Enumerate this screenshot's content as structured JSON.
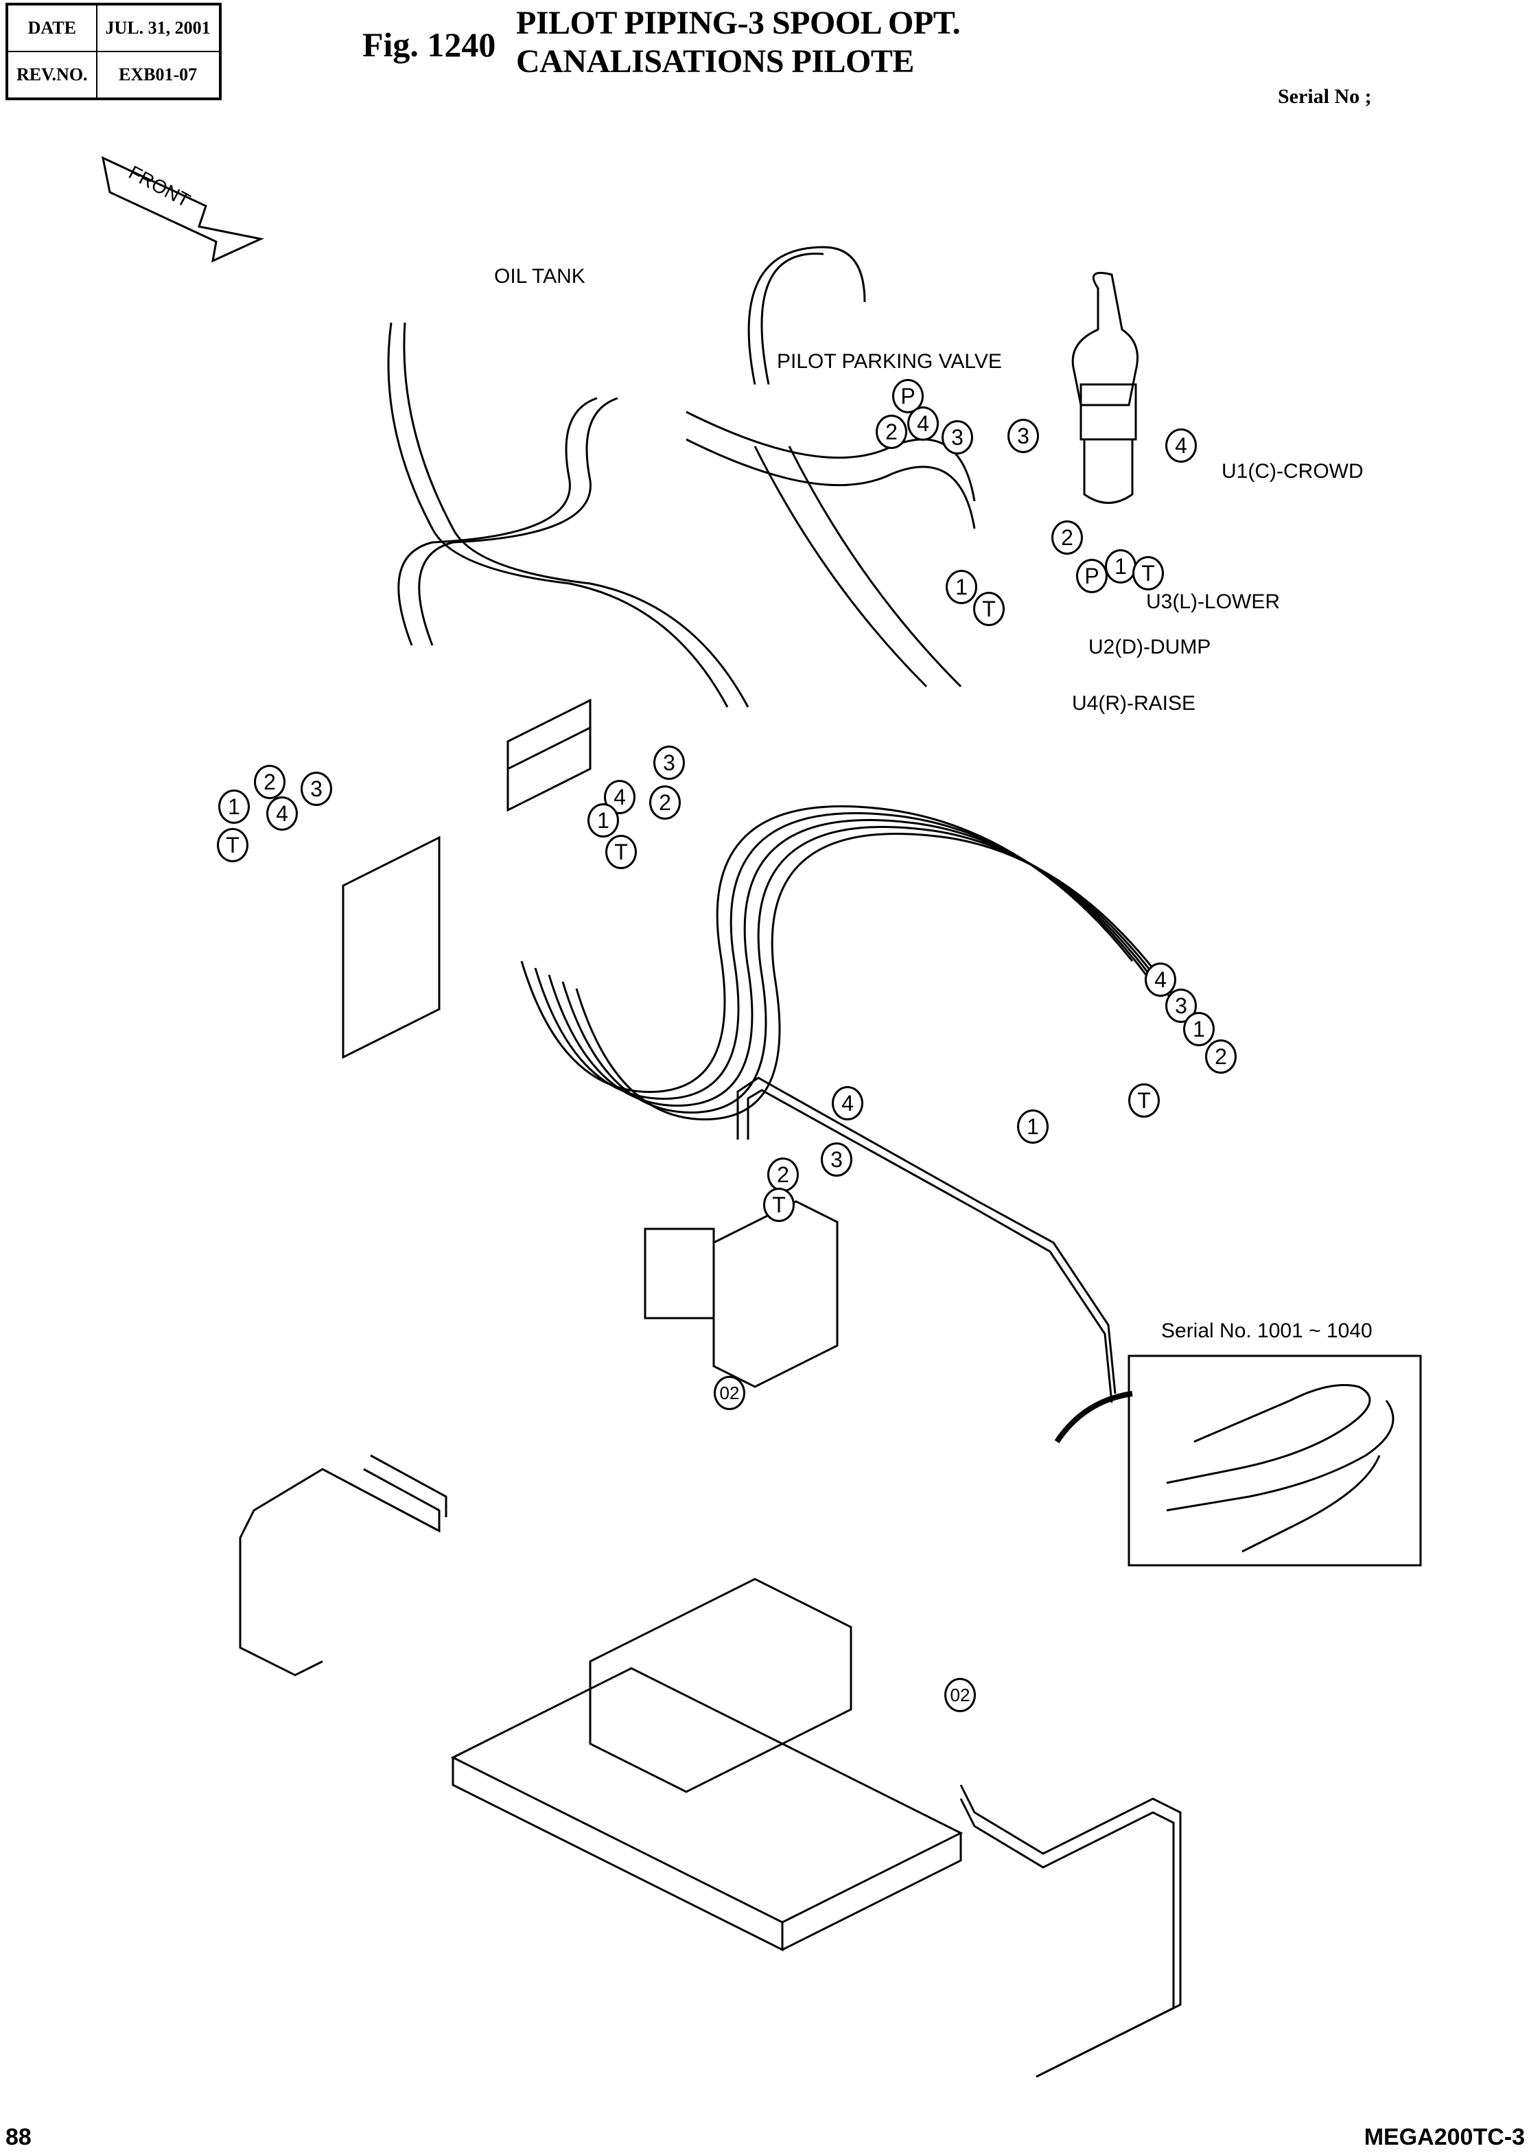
{
  "header": {
    "date_label": "DATE",
    "date_value": "JUL. 31, 2001",
    "rev_label": "REV.NO.",
    "rev_value": "EXB01-07",
    "figure_number": "Fig. 1240",
    "title_en": "PILOT PIPING-3 SPOOL OPT.",
    "title_fr": "CANALISATIONS PILOTE",
    "serial_label": "Serial No ;"
  },
  "diagram": {
    "front_arrow": "FRONT",
    "oil_tank": "OIL TANK",
    "pilot_parking_valve": "PILOT PARKING VALVE",
    "port_labels": {
      "crowd": "U1(C)-CROWD",
      "lower": "U3(L)-LOWER",
      "dump": "U2(D)-DUMP",
      "raise": "U4(R)-RAISE"
    },
    "inset_label": "Serial No. 1001 ~ 1040",
    "callouts": {
      "one": "1",
      "two": "2",
      "three": "3",
      "four": "4",
      "p": "P",
      "t": "T",
      "o2": "02"
    }
  },
  "footer": {
    "page_number": "88",
    "model": "MEGA200TC-3"
  }
}
